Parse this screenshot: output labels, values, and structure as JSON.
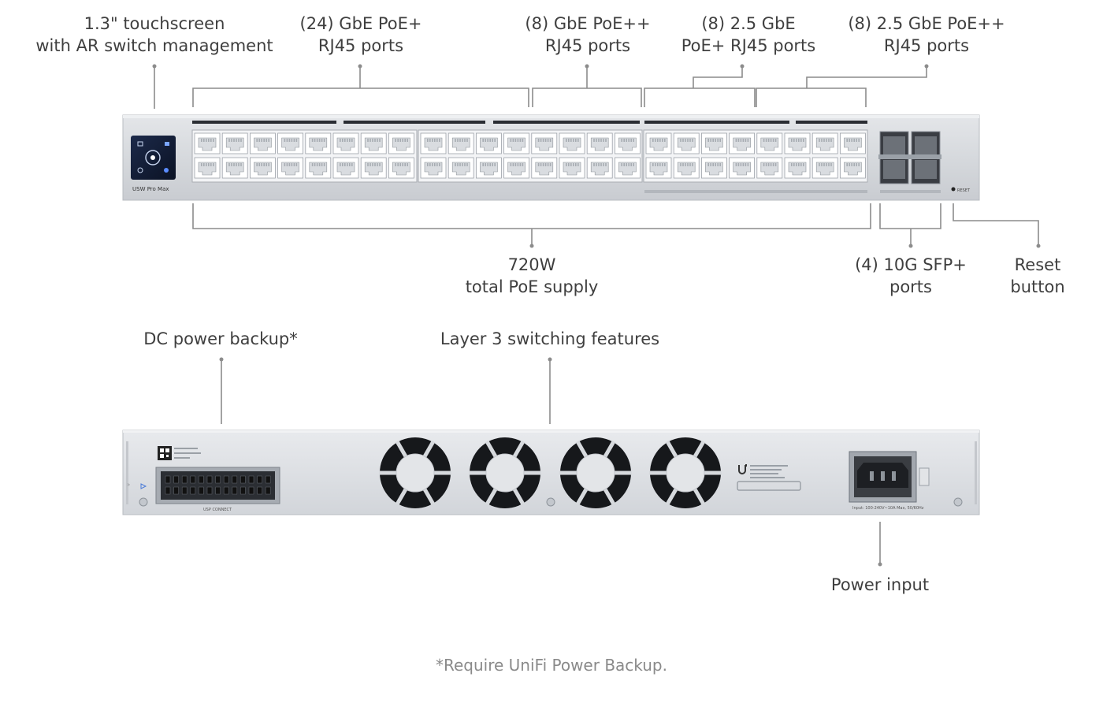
{
  "labels": {
    "touchscreen": "1.3\" touchscreen\nwith AR switch management",
    "gbe_poe_plus": "(24) GbE PoE+\nRJ45 ports",
    "gbe_poe_plusplus": "(8) GbE PoE++\nRJ45 ports",
    "g25_poe_plus": "(8) 2.5 GbE\nPoE+ RJ45 ports",
    "g25_poe_plusplus": "(8) 2.5 GbE PoE++\nRJ45 ports",
    "poe_supply": "720W\ntotal PoE supply",
    "sfp_ports": "(4) 10G SFP+\nports",
    "reset_button": "Reset\nbutton",
    "dc_backup": "DC power backup*",
    "layer3": "Layer 3 switching features",
    "power_input": "Power input"
  },
  "device": {
    "model_name": "USW Pro Max",
    "reset_text": "RESET",
    "usp_connect": "USP CONNECT",
    "power_rating": "Input: 100-240V~10A Max, 50/60Hz"
  },
  "footnote": "*Require UniFi Power Backup."
}
